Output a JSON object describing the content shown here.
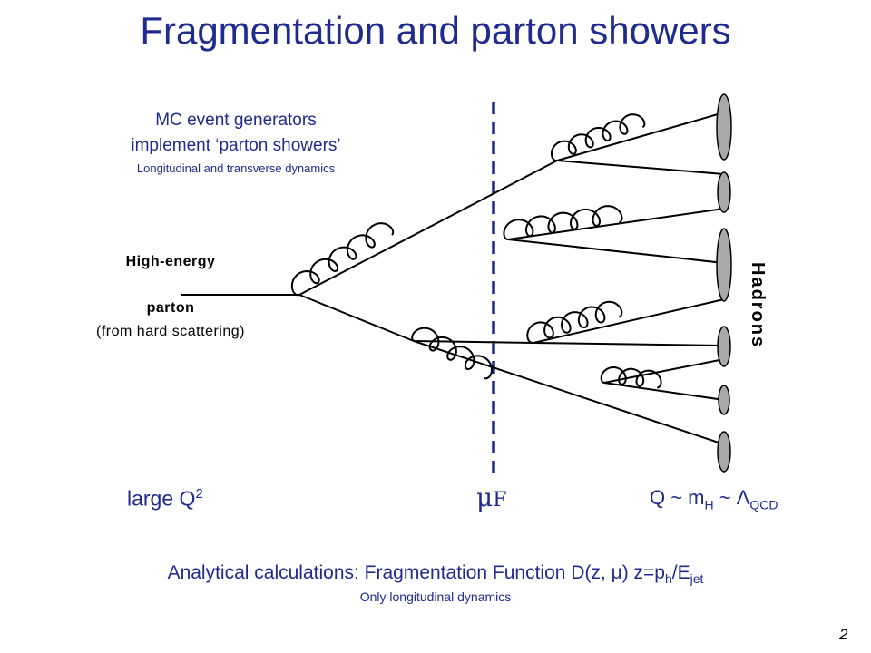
{
  "slide": {
    "title": "Fragmentation and parton showers",
    "page_number": "2"
  },
  "left_labels": {
    "mc_line1": "MC event generators",
    "mc_line2": "implement ‘parton showers’",
    "mc_line3": "Longitudinal and transverse dynamics",
    "high_energy": "High-energy",
    "parton": "parton",
    "hard_scattering": "(from hard scattering)"
  },
  "right_label": {
    "hadrons": "Hadrons"
  },
  "scale_labels": {
    "large_q": "large Q",
    "large_q_exp": "2",
    "mu_f": "μ",
    "mu_f_sub": "F",
    "q_prefix": "Q ~ m",
    "q_sub_h": "H",
    "q_mid": " ~ Λ",
    "q_sub_qcd": "QCD"
  },
  "footer": {
    "analytical_prefix": "Analytical calculations: Fragmentation Function D(z, μ) z=p",
    "sub_h": "h",
    "slash_e": "/E",
    "sub_jet": "jet",
    "only_longitudinal": "Only longitudinal dynamics"
  },
  "colors": {
    "title": "#1f2b8f",
    "dashed_line": "#1c2a8c",
    "lines": "#000000",
    "hadron_fill": "#a9a9a9"
  }
}
